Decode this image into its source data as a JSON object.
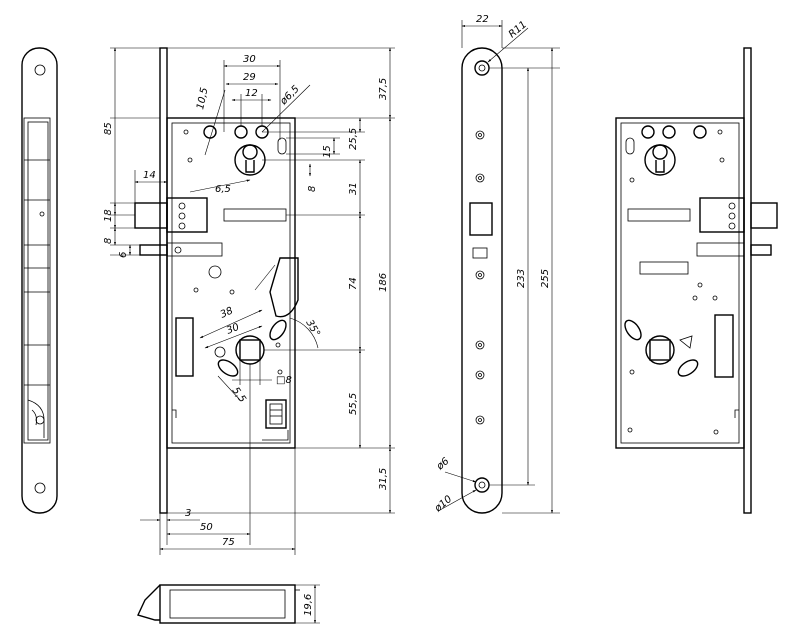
{
  "dims": {
    "d30": "30",
    "d29": "29",
    "d12": "12",
    "d10_5": "10,5",
    "d6_5dia": "ø6,5",
    "d37_5": "37,5",
    "d85": "85",
    "d25_5": "25,5",
    "d15": "15",
    "d14": "14",
    "d6_5": "6,5",
    "d8a": "8",
    "d31": "31",
    "d18": "18",
    "d8b": "8",
    "d6": "6",
    "d74": "74",
    "d186": "186",
    "d38": "38",
    "d30b": "30",
    "d35": "35°",
    "d8sq": "□8",
    "d5_5": "5,5",
    "d55_5": "55,5",
    "d31_5": "31,5",
    "d3": "3",
    "d50": "50",
    "d75": "75",
    "d22": "22",
    "dR11": "R11",
    "d233": "233",
    "d255": "255",
    "ddia6": "ø6",
    "ddia10": "ø10",
    "d19_6": "19,6"
  }
}
